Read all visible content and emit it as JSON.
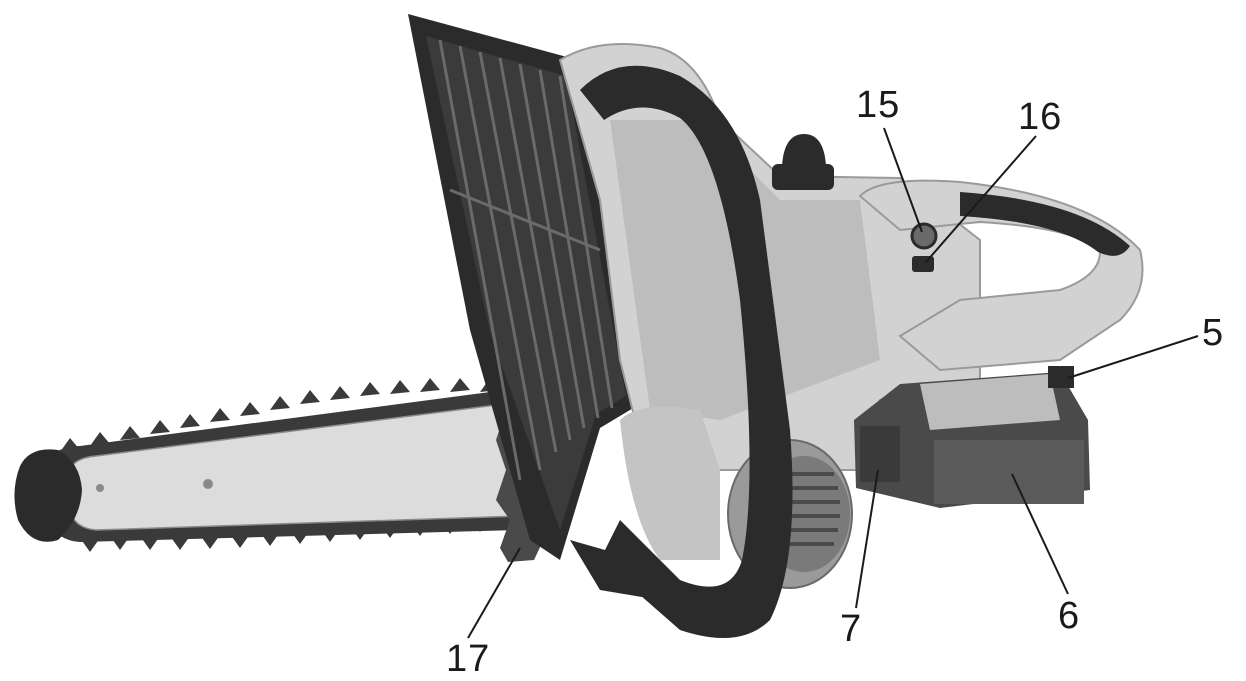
{
  "figure": {
    "subject": "cordless-chainsaw-illustration",
    "callouts": [
      {
        "id": "c15",
        "label": "15"
      },
      {
        "id": "c16",
        "label": "16"
      },
      {
        "id": "c5",
        "label": "5"
      },
      {
        "id": "c7",
        "label": "7"
      },
      {
        "id": "c6",
        "label": "6"
      },
      {
        "id": "c17",
        "label": "17"
      }
    ]
  },
  "colors": {
    "body_light": "#d2d2d2",
    "body_mid": "#a9a9a9",
    "handle_dark": "#2b2b2b",
    "bar_silver": "#dcdcdc",
    "chain_dark": "#3a3a3a",
    "battery_dark": "#4a4a4a",
    "leader_line": "#1a1a1a"
  }
}
